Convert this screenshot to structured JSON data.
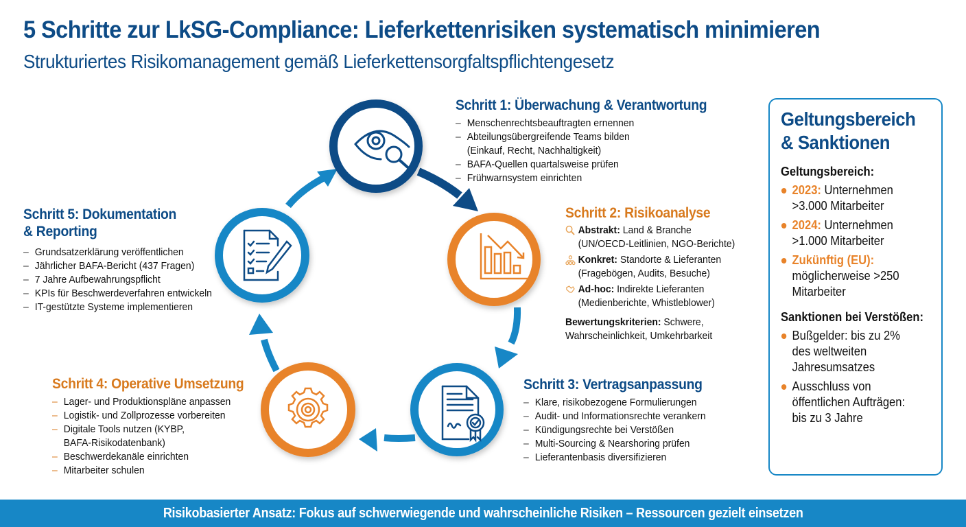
{
  "header": {
    "title": "5 Schritte zur LkSG-Compliance: Lieferkettenrisiken systematisch minimieren",
    "subtitle": "Strukturiertes Risikomanagement gemäß Lieferkettensorgfaltspflichtengesetz"
  },
  "colors": {
    "dark_blue": "#0d4b86",
    "mid_blue": "#1787c6",
    "orange": "#e8832a",
    "orange_text": "#d87a1e"
  },
  "steps": [
    {
      "title": "Schritt 1: Überwachung & Verantwortung",
      "icon": "eye-magnifier-icon",
      "items": [
        {
          "text": "Menschenrechtsbeauftragten ernennen"
        },
        {
          "text": "Abteilungsübergreifende Teams bilden",
          "cont": "(Einkauf, Recht, Nachhaltigkeit)"
        },
        {
          "text": "BAFA-Quellen quartalsweise prüfen"
        },
        {
          "text": "Frühwarnsystem einrichten"
        }
      ]
    },
    {
      "title": "Schritt 2: Risikoanalyse",
      "icon": "declining-bar-chart-icon",
      "risk_types": [
        {
          "label": "Abstrakt:",
          "text": " Land & Branche",
          "cont": "(UN/OECD-Leitlinien, NGO-Berichte)",
          "icon": "search-icon"
        },
        {
          "label": "Konkret:",
          "text": " Standorte & Lieferanten",
          "cont": "(Fragebögen, Audits, Besuche)",
          "icon": "hierarchy-icon"
        },
        {
          "label": "Ad-hoc:",
          "text": " Indirekte Lieferanten",
          "cont": "(Medienberichte, Whistleblower)",
          "icon": "handshake-icon"
        }
      ],
      "criteria_label": "Bewertungskriterien:",
      "criteria_text": " Schwere,",
      "criteria_cont": "Wahrscheinlichkeit, Umkehrbarkeit"
    },
    {
      "title": "Schritt 3: Vertragsanpassung",
      "icon": "certificate-document-icon",
      "items": [
        {
          "text": "Klare, risikobezogene Formulierungen"
        },
        {
          "text": "Audit- und Informationsrechte verankern"
        },
        {
          "text": "Kündigungsrechte bei Verstößen"
        },
        {
          "text": "Multi-Sourcing & Nearshoring prüfen"
        },
        {
          "text": "Lieferantenbasis diversifizieren"
        }
      ]
    },
    {
      "title": "Schritt 4: Operative Umsetzung",
      "icon": "gear-icon",
      "items": [
        {
          "text": "Lager- und Produktionspläne anpassen"
        },
        {
          "text": "Logistik- und Zollprozesse vorbereiten"
        },
        {
          "text": "Digitale Tools nutzen (KYBP,",
          "cont": "BAFA-Risikodatenbank)"
        },
        {
          "text": "Beschwerdekanäle einrichten"
        },
        {
          "text": "Mitarbeiter schulen"
        }
      ]
    },
    {
      "title_line1": "Schritt 5: Dokumentation",
      "title_line2": "& Reporting",
      "icon": "checklist-pen-icon",
      "items": [
        {
          "text": "Grundsatzerklärung veröffentlichen"
        },
        {
          "text": "Jährlicher BAFA-Bericht (437 Fragen)"
        },
        {
          "text": "7 Jahre Aufbewahrungspflicht"
        },
        {
          "text": "KPIs für Beschwerdeverfahren entwickeln"
        },
        {
          "text": "IT-gestützte Systeme implementieren"
        }
      ]
    }
  ],
  "sidebar": {
    "title_line1": "Geltungsbereich",
    "title_line2": "& Sanktionen",
    "scope_heading": "Geltungsbereich:",
    "scope": [
      {
        "year": "2023:",
        "text": " Unternehmen",
        "cont": ">3.000 Mitarbeiter"
      },
      {
        "year": "2024:",
        "text": " Unternehmen",
        "cont": ">1.000 Mitarbeiter"
      },
      {
        "year": "Zukünftig (EU):",
        "text": "",
        "cont": "möglicherweise >250",
        "cont2": "Mitarbeiter"
      }
    ],
    "sanctions_heading": "Sanktionen bei Verstößen:",
    "sanctions": [
      {
        "line1": "Bußgelder: bis zu 2%",
        "line2": "des weltweiten",
        "line3": "Jahresumsatzes"
      },
      {
        "line1": "Ausschluss von",
        "line2": "öffentlichen Aufträgen:",
        "line3": "bis zu 3 Jahre"
      }
    ]
  },
  "footer": {
    "text": "Risikobasierter Ansatz: Fokus auf schwerwiegende und wahrscheinliche Risiken – Ressourcen gezielt einsetzen"
  }
}
